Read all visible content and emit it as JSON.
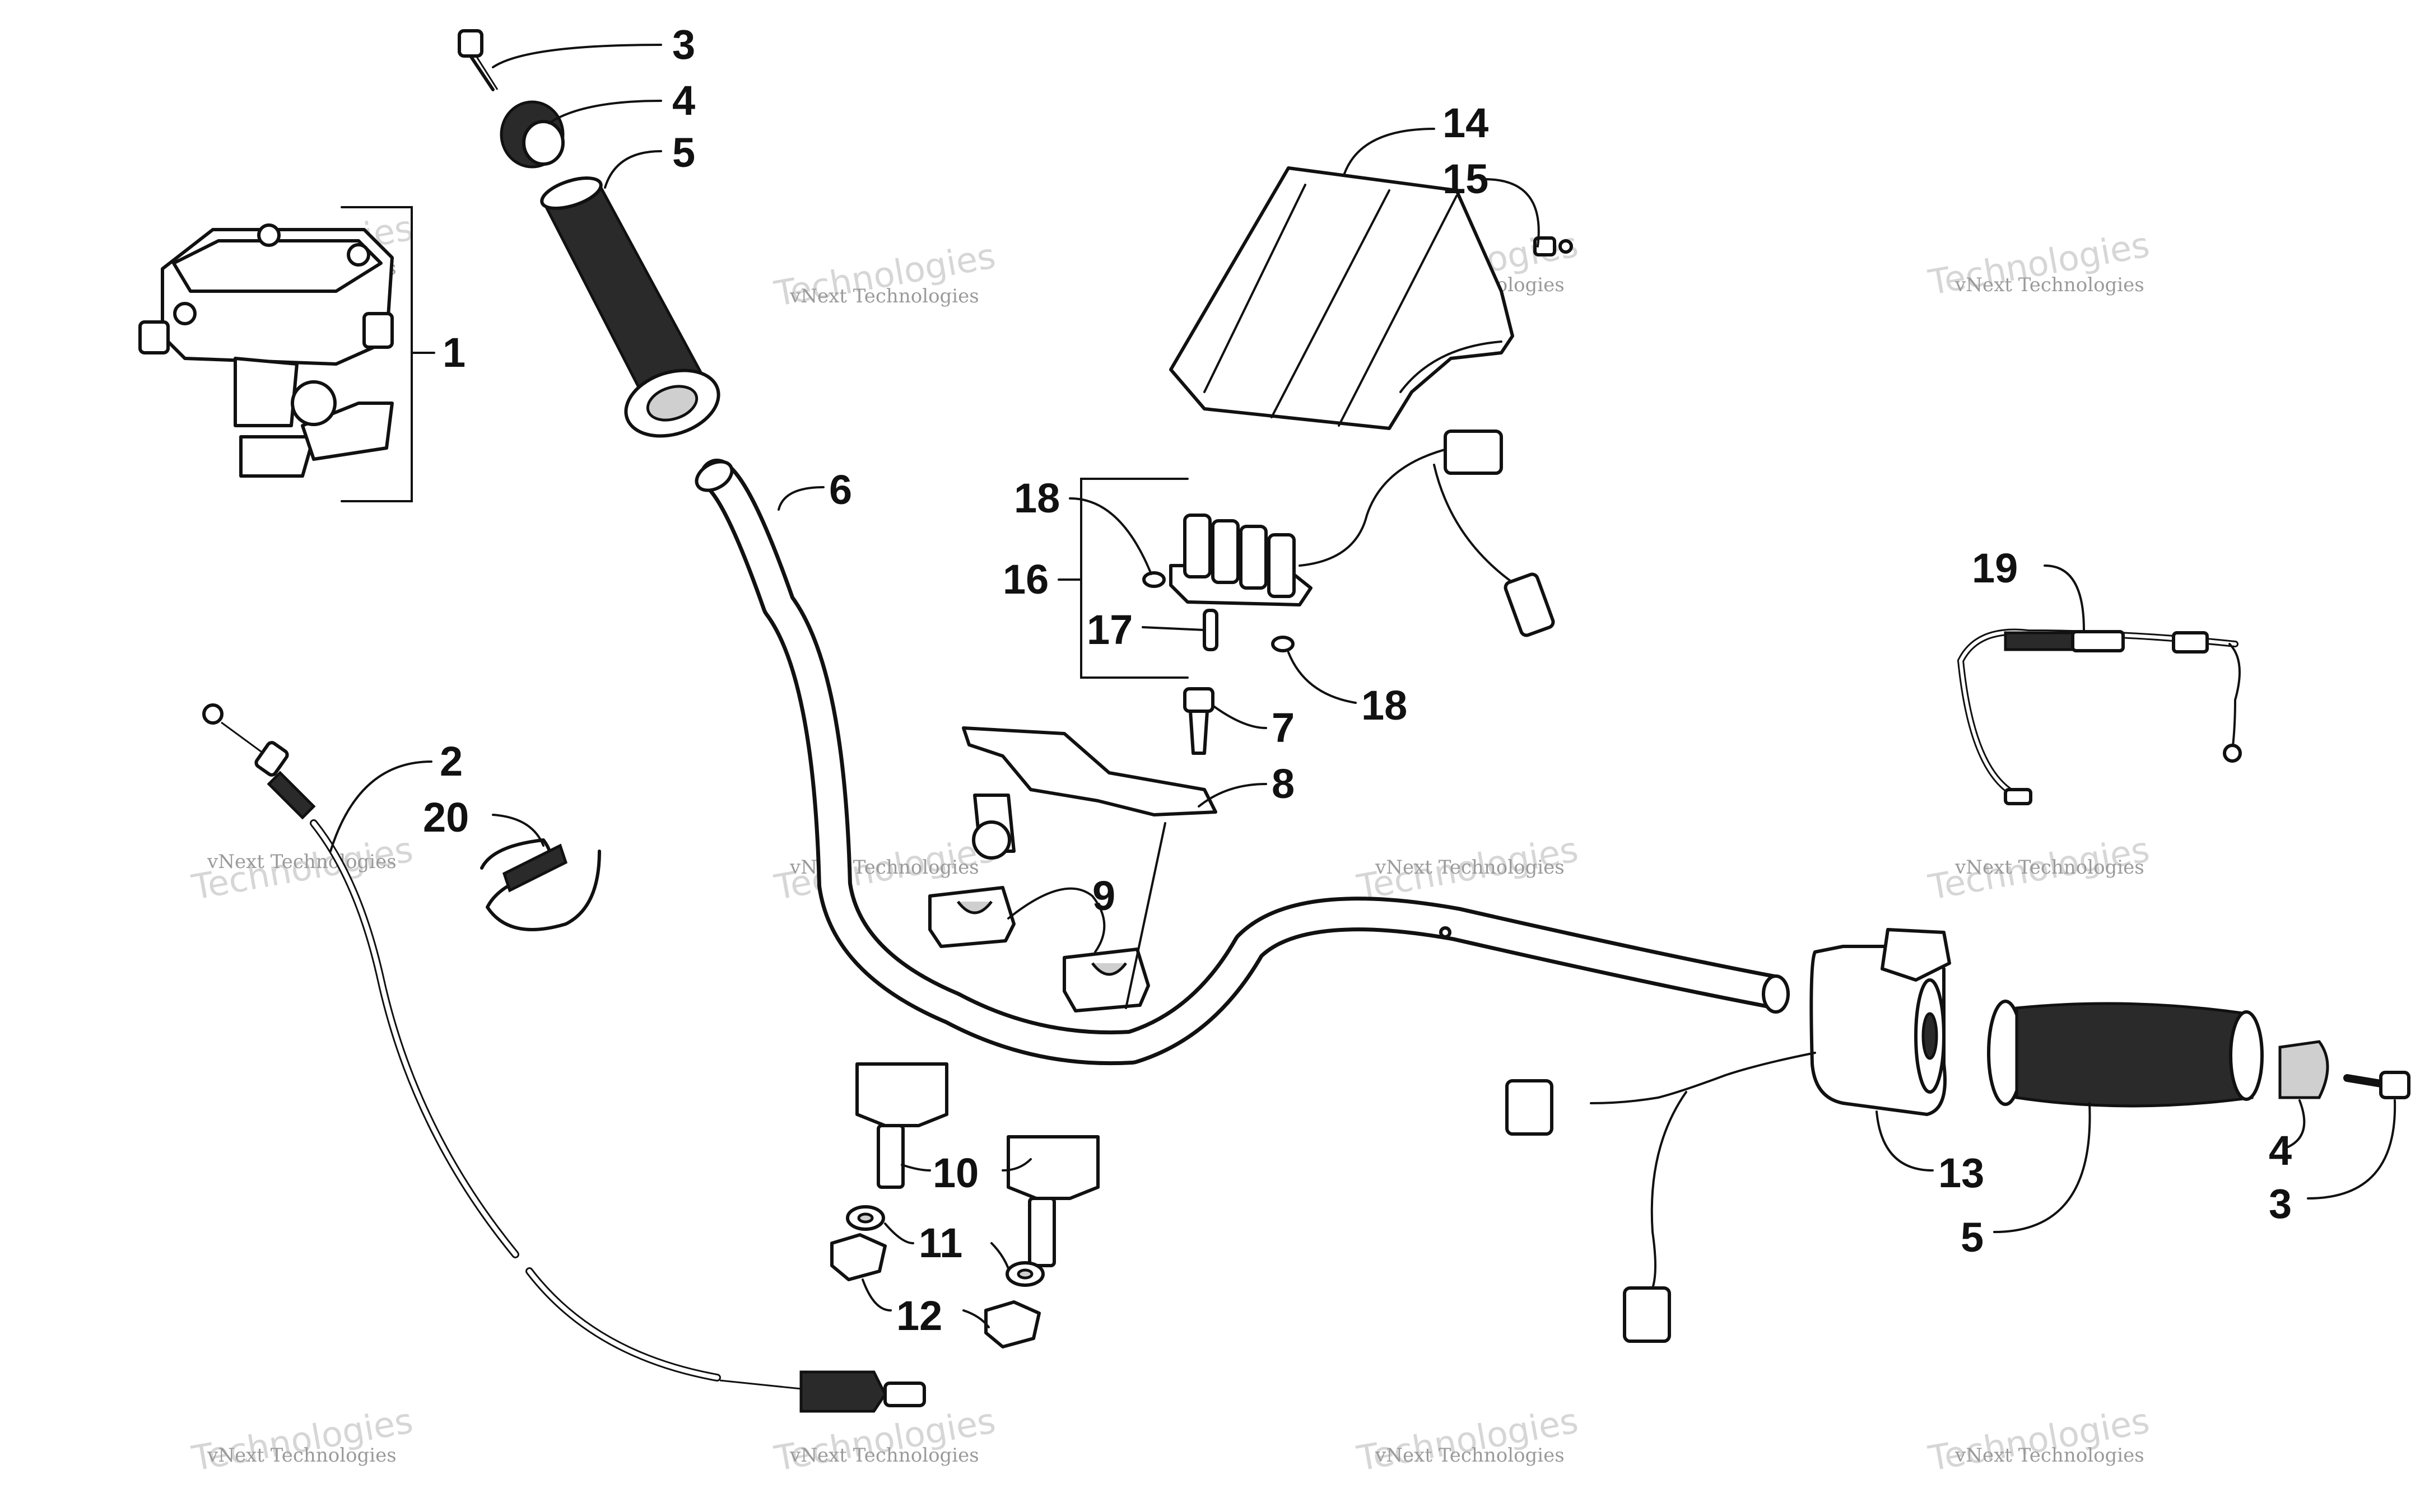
{
  "callouts": {
    "c1": "1",
    "c2": "2",
    "c3a": "3",
    "c3b": "3",
    "c4a": "4",
    "c4b": "4",
    "c5a": "5",
    "c5b": "5",
    "c6": "6",
    "c7": "7",
    "c8": "8",
    "c9": "9",
    "c10": "10",
    "c11": "11",
    "c12": "12",
    "c13": "13",
    "c14": "14",
    "c15": "15",
    "c16": "16",
    "c17": "17",
    "c18a": "18",
    "c18b": "18",
    "c19": "19",
    "c20": "20"
  },
  "watermark": {
    "line1": "vNext Technologies",
    "line2": "Technologies"
  }
}
